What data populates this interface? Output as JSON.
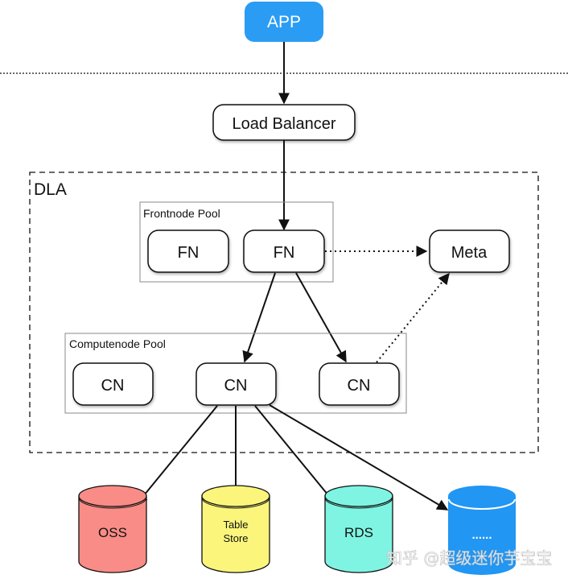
{
  "diagram": {
    "app": {
      "label": "APP",
      "color": "#2a9cf4",
      "text_color": "#ffffff"
    },
    "load_balancer": {
      "label": "Load Balancer"
    },
    "dla": {
      "label": "DLA"
    },
    "frontnode_pool": {
      "label": "Frontnode Pool",
      "nodes": [
        {
          "label": "FN"
        },
        {
          "label": "FN"
        }
      ]
    },
    "meta": {
      "label": "Meta"
    },
    "computenode_pool": {
      "label": "Computenode Pool",
      "nodes": [
        {
          "label": "CN"
        },
        {
          "label": "CN"
        },
        {
          "label": "CN"
        }
      ]
    },
    "storage": [
      {
        "label": "OSS",
        "color": "#f98c86"
      },
      {
        "label_lines": [
          "Table",
          "Store"
        ],
        "color": "#fbf67b"
      },
      {
        "label": "RDS",
        "color": "#7ff4e2"
      },
      {
        "label": "......",
        "color": "#2196f3"
      }
    ],
    "watermark": "知乎 @超级迷你芋宝宝",
    "colors": {
      "stroke": "#111111",
      "pool_border": "#8a8a8a",
      "node_fill": "#ffffff"
    }
  }
}
